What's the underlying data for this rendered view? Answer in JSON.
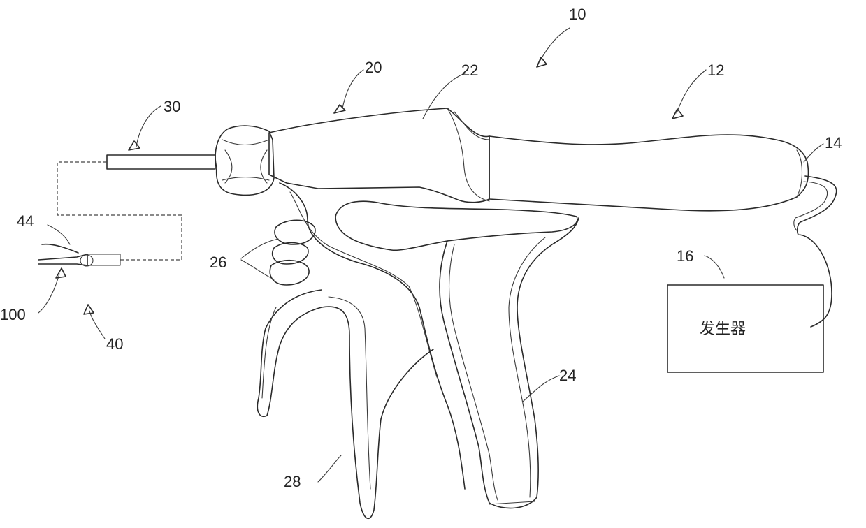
{
  "labels": {
    "l10": "10",
    "l12": "12",
    "l14": "14",
    "l16": "16",
    "l20": "20",
    "l22": "22",
    "l24": "24",
    "l26": "26",
    "l28": "28",
    "l30": "30",
    "l40": "40",
    "l44": "44",
    "l100": "100"
  },
  "generator_box": {
    "text": "发生器"
  }
}
